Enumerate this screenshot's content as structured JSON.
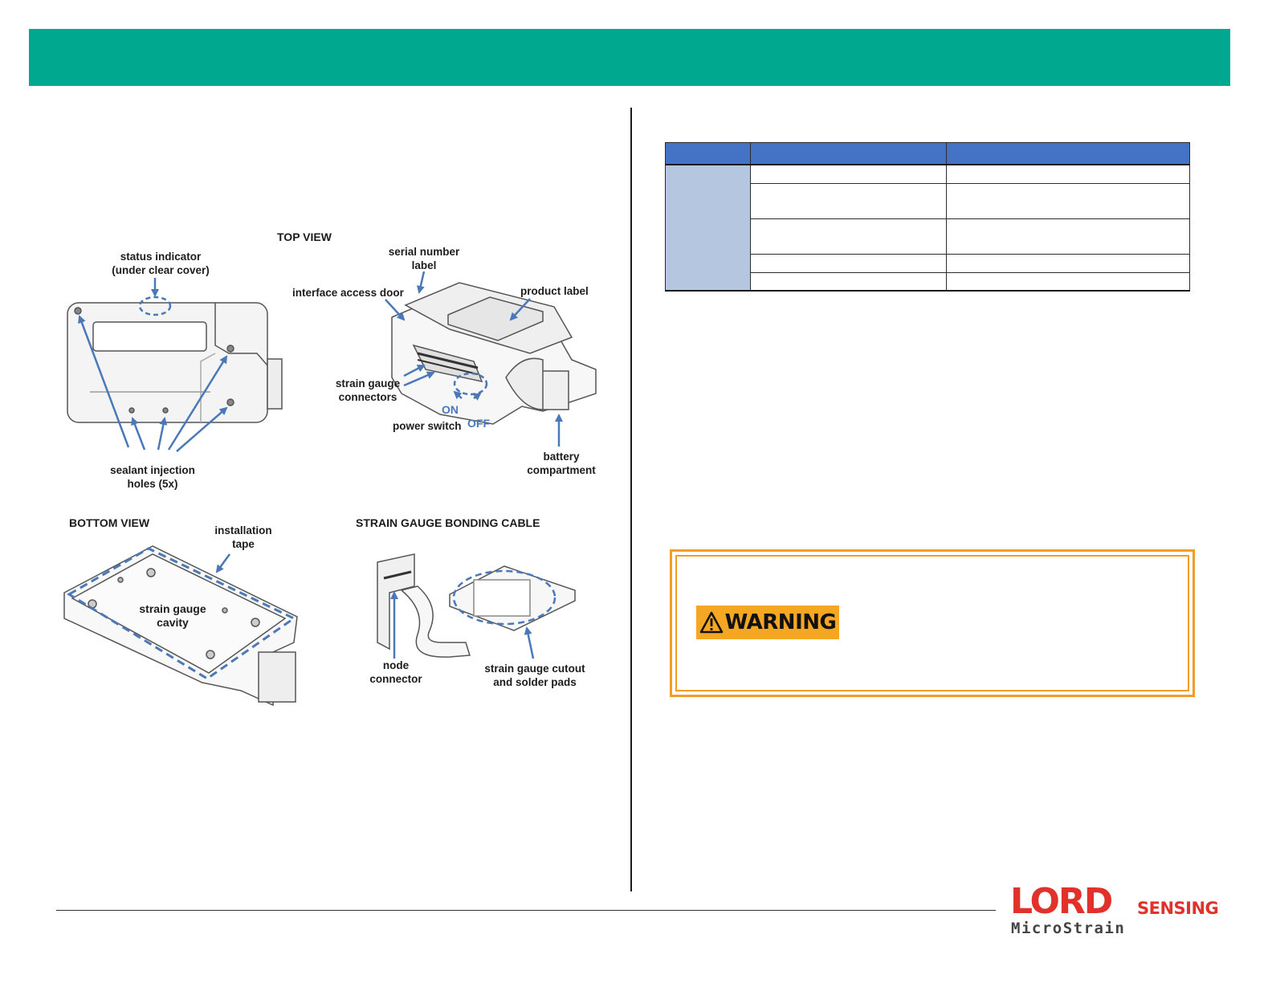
{
  "figure": {
    "top_view": {
      "title": "TOP VIEW",
      "status_indicator": [
        "status indicator",
        "(under clear cover)"
      ],
      "serial_number_label": [
        "serial number",
        "label"
      ],
      "interface_access_door": "interface access door",
      "product_label": "product label",
      "strain_gauge_connectors": [
        "strain gauge",
        "connectors"
      ],
      "on": "ON",
      "off": "OFF",
      "power_switch": "power switch",
      "battery_compartment": [
        "battery",
        "compartment"
      ],
      "sealant_injection_holes": [
        "sealant injection",
        "holes (5x)"
      ]
    },
    "bottom_view": {
      "title": "BOTTOM VIEW",
      "installation_tape": [
        "installation",
        "tape"
      ],
      "strain_gauge_cavity": [
        "strain gauge",
        "cavity"
      ]
    },
    "bonding_cable": {
      "title": "STRAIN GAUGE BONDING CABLE",
      "node_connector": [
        "node",
        "connector"
      ],
      "cutout_pads": [
        "strain gauge cutout",
        "and solder pads"
      ]
    }
  },
  "warning": {
    "label": "WARNING"
  },
  "logo": {
    "main": "LORD",
    "sub": "SENSING",
    "brand": "MicroStrain"
  },
  "colors": {
    "header": "#00a88f",
    "table_header": "#4472c4",
    "group_cell": "#b4c6e0",
    "warning": "#f5a623",
    "logo": "#e0312b"
  }
}
